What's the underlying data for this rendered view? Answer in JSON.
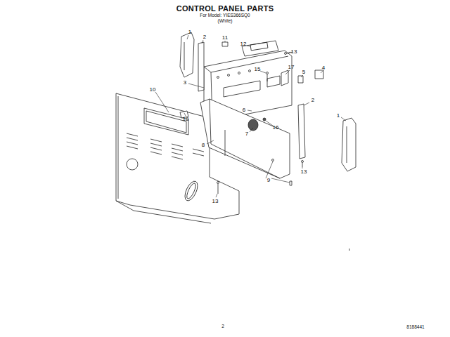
{
  "diagram": {
    "title": "CONTROL PANEL PARTS",
    "labels": [
      "For Model: YIES366SQ0",
      "(White)",
      "1",
      "2",
      "11",
      "12",
      "13",
      "15",
      "17",
      "5",
      "4",
      "3",
      "10",
      "2",
      "18",
      "6",
      "16",
      "1",
      "7",
      "8",
      "13",
      "9",
      "13",
      "2",
      "8188441"
    ]
  }
}
